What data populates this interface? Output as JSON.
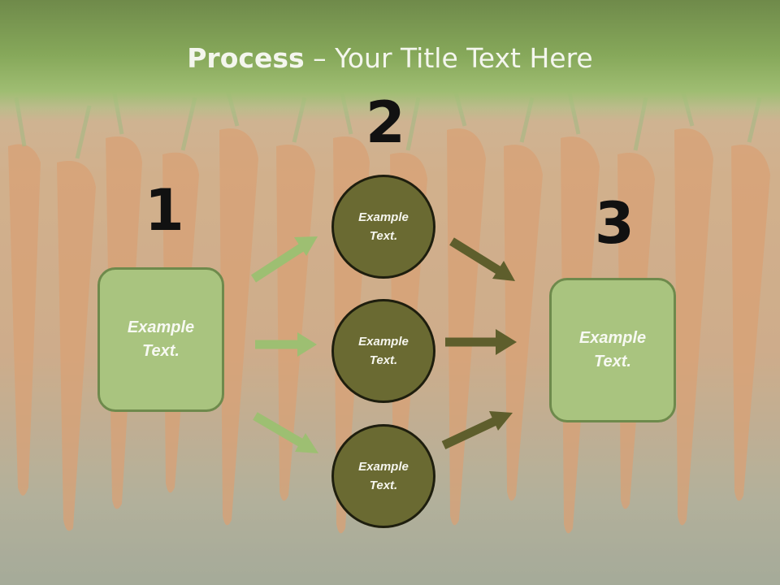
{
  "title": {
    "bold": "Process",
    "rest": " – Your Title Text Here"
  },
  "steps": {
    "one": "1",
    "two": "2",
    "three": "3"
  },
  "left_box": {
    "text": "Example\nText."
  },
  "right_box": {
    "text": "Example\nText."
  },
  "circles": [
    {
      "text": "Example\nText."
    },
    {
      "text": "Example\nText."
    },
    {
      "text": "Example\nText."
    }
  ],
  "colors": {
    "title_band": "#86a85a",
    "box_fill": "#a9c47f",
    "box_border": "#6e8a4c",
    "circle_fill": "#6a6a32",
    "arrow_light": "#9dbf72",
    "arrow_dark": "#5e5e2c"
  }
}
